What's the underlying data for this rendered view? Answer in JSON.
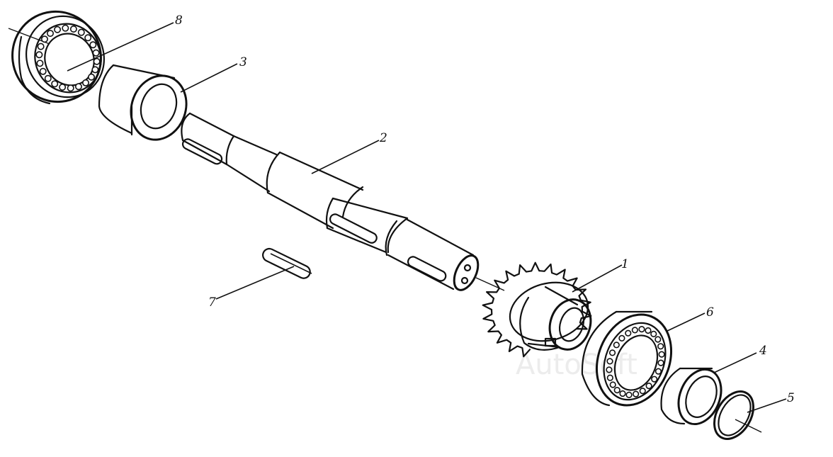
{
  "callouts": [
    {
      "id": "8",
      "text": "8"
    },
    {
      "id": "3",
      "text": "3"
    },
    {
      "id": "2",
      "text": "2"
    },
    {
      "id": "7",
      "text": "7"
    },
    {
      "id": "1",
      "text": "1"
    },
    {
      "id": "6",
      "text": "6"
    },
    {
      "id": "4",
      "text": "4"
    },
    {
      "id": "5",
      "text": "5"
    }
  ],
  "watermark": "AutoSoft",
  "colors": {
    "ink": "#111111",
    "paper": "#ffffff",
    "watermark": "#ececec"
  }
}
